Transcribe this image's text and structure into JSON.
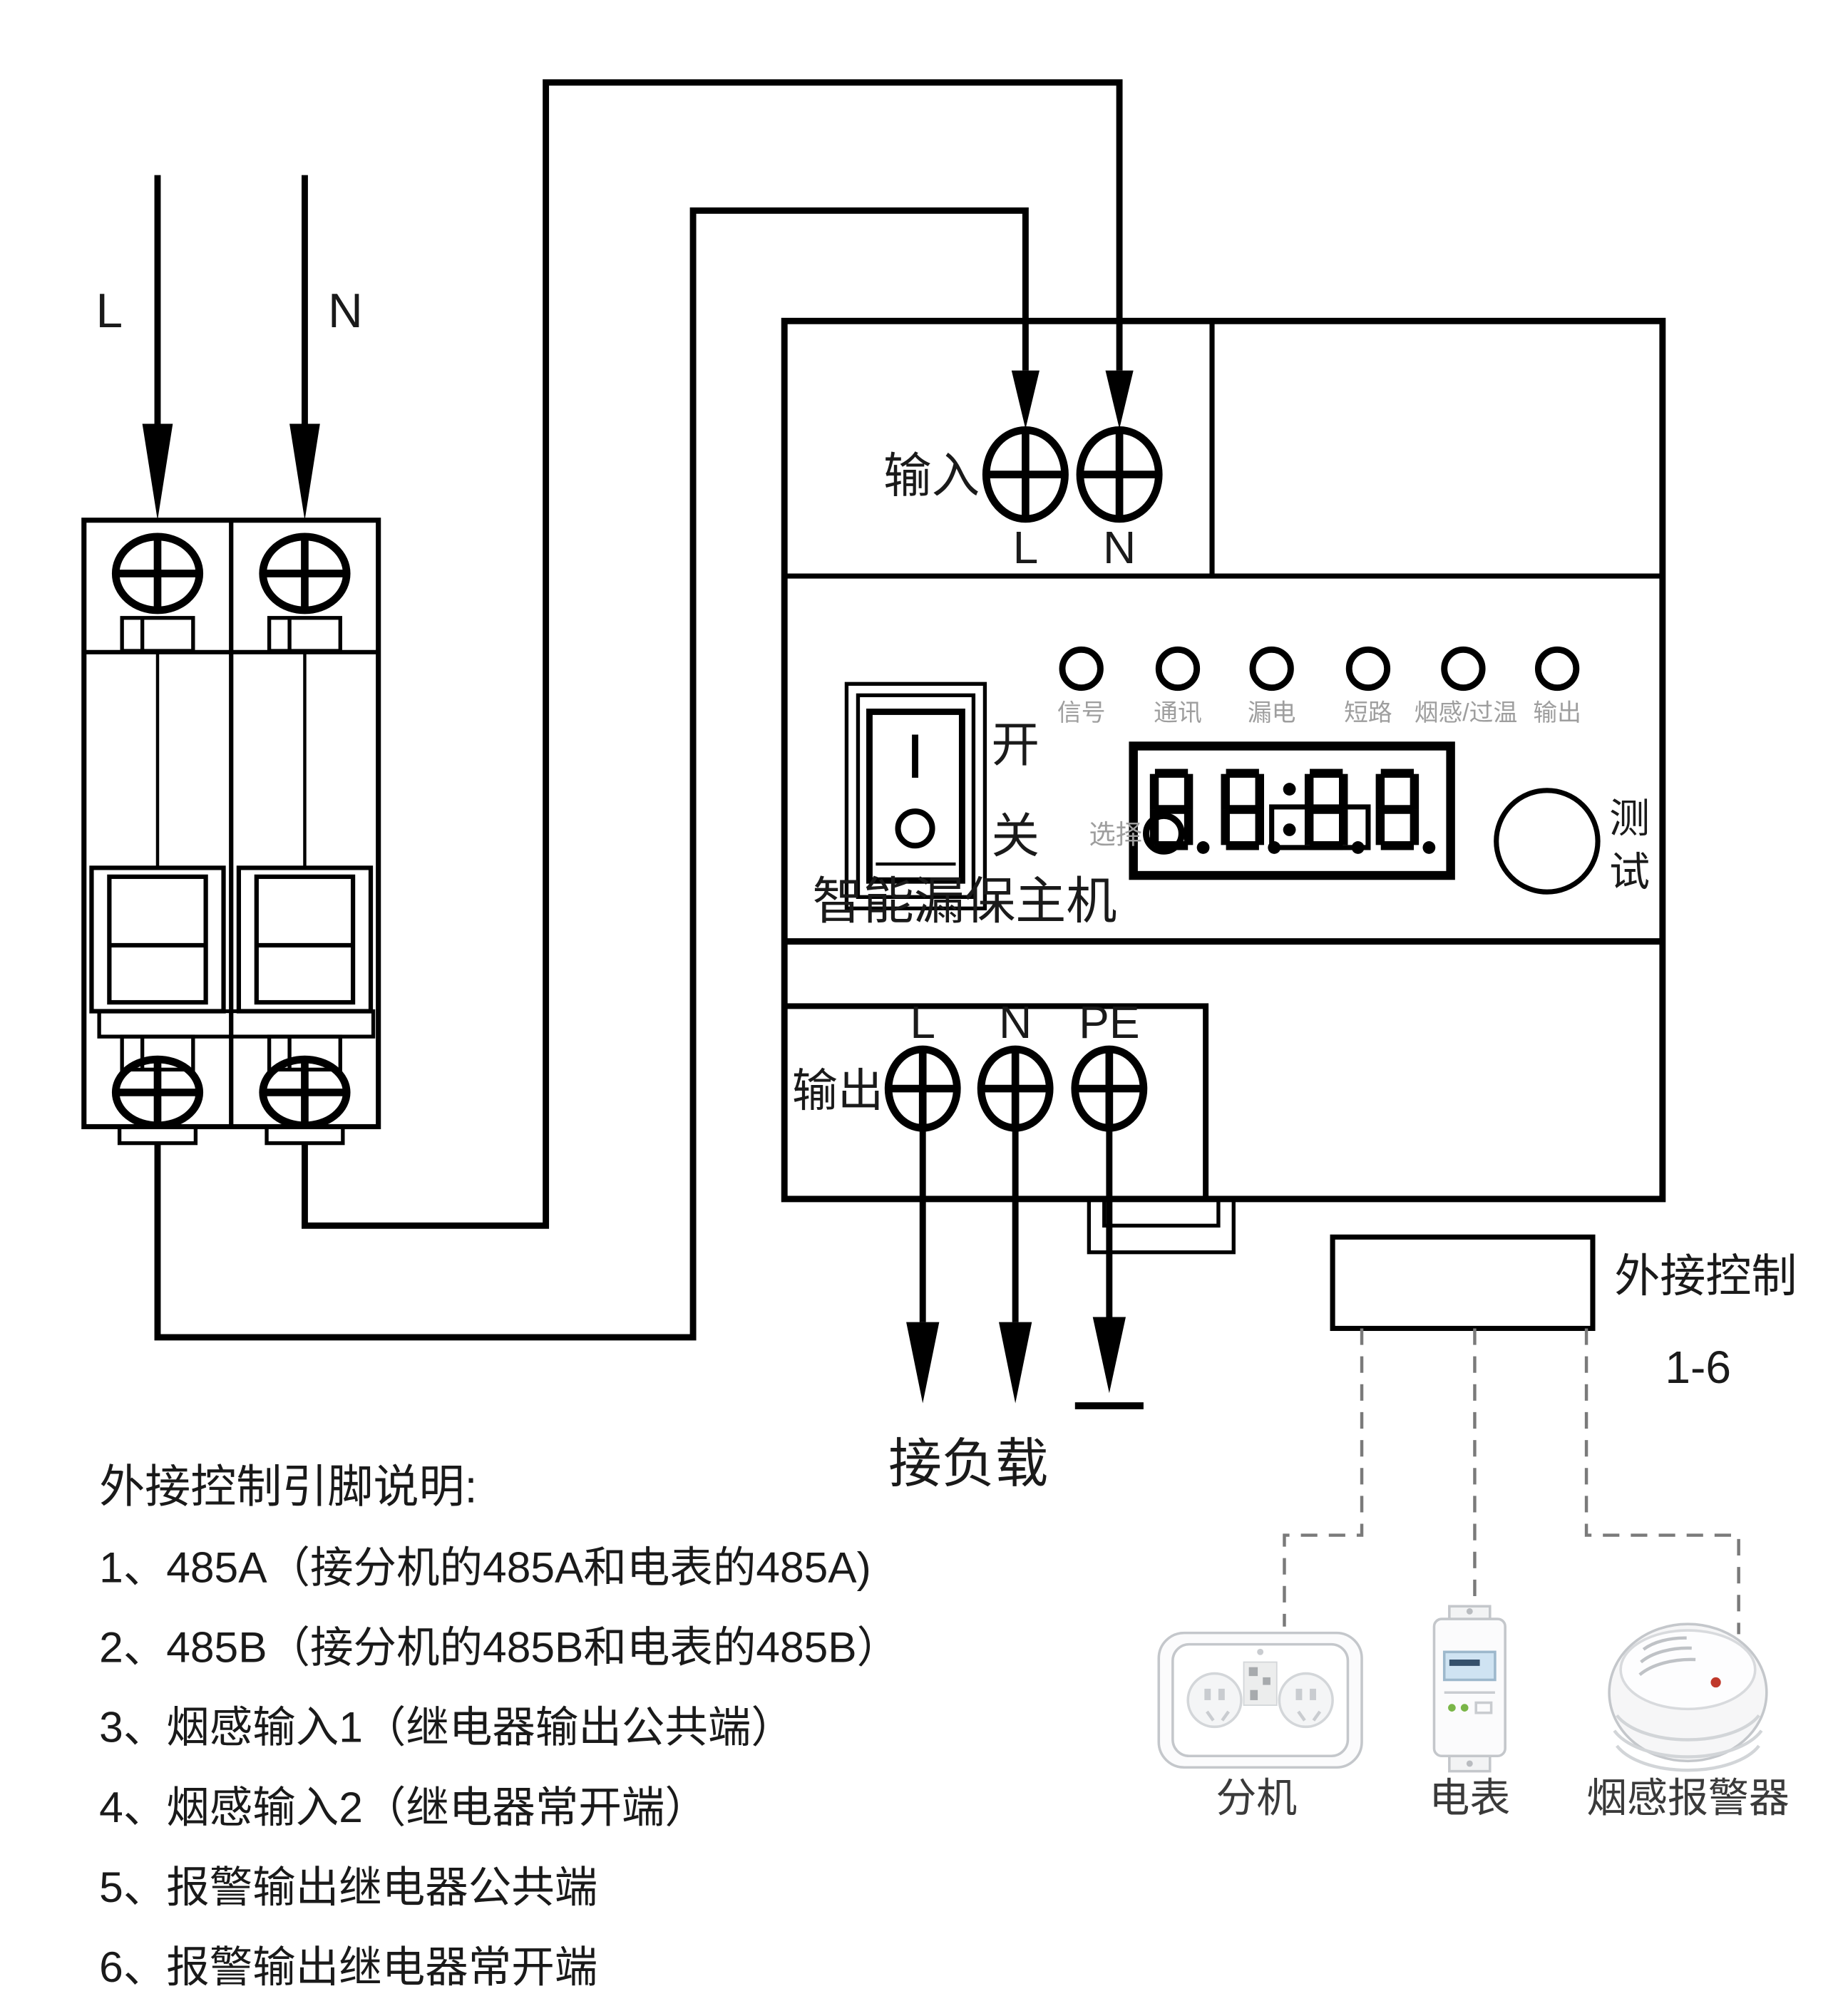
{
  "diagram": {
    "source_lines": {
      "l": "L",
      "n": "N"
    },
    "main_unit": {
      "name": "智能漏保主机",
      "input_label": "输入",
      "input_terminals": {
        "l": "L",
        "n": "N"
      },
      "led_labels": [
        "信号",
        "通讯",
        "漏电",
        "短路",
        "烟感/过温",
        "输出"
      ],
      "switch_labels": {
        "on": "开",
        "off": "关"
      },
      "display_value": "8.8:8.8.",
      "select_label": "选择",
      "test_label": [
        "测",
        "试"
      ],
      "output_label": "输出",
      "output_terminals": {
        "l": "L",
        "n": "N",
        "pe": "PE"
      }
    },
    "load_label": "接负载",
    "external_control": {
      "label": "外接控制",
      "pins": "1-6"
    },
    "devices": [
      "分机",
      "电表",
      "烟感报警器"
    ],
    "notes": {
      "heading": "外接控制引脚说明:",
      "items": [
        "1、485A（接分机的485A和电表的485A)",
        "2、485B（接分机的485B和电表的485B）",
        "3、烟感输入1（继电器输出公共端）",
        "4、烟感输入2（继电器常开端）",
        "5、报警输出继电器公共端",
        "6、报警输出继电器常开端"
      ]
    },
    "colors": {
      "line": "#000000",
      "muted_label": "#9e9e9e",
      "dashed_line": "#7a7a7a",
      "alarm_dot": "#c0392b"
    }
  }
}
